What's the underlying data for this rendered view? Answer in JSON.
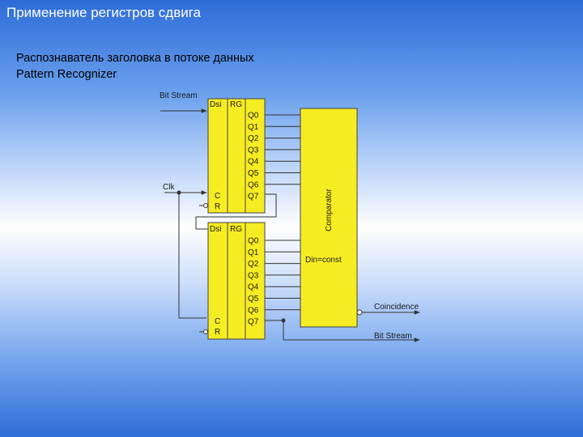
{
  "slide": {
    "title": "Применение регистров сдвига",
    "subtitle_line1": "Распознаватель заголовка в потоке данных",
    "subtitle_line2": "Pattern Recognizer"
  },
  "diagram": {
    "input_label": "Bit Stream",
    "clock_label": "Clk",
    "register_top": {
      "dsi": "Dsi",
      "rg": "RG",
      "outputs": [
        "Q0",
        "Q1",
        "Q2",
        "Q3",
        "Q4",
        "Q5",
        "Q6",
        "Q7"
      ],
      "c": "C",
      "r": "R"
    },
    "register_bottom": {
      "dsi": "Dsi",
      "rg": "RG",
      "outputs": [
        "Q0",
        "Q1",
        "Q2",
        "Q3",
        "Q4",
        "Q5",
        "Q6",
        "Q7"
      ],
      "c": "C",
      "r": "R"
    },
    "comparator_label": "Comparator",
    "comparator_const_label": "Din=const",
    "coincidence_label": "Coincidence",
    "output_label": "Bit Stream",
    "colors": {
      "block_fill": "#f6ec22",
      "wire": "#333333"
    }
  }
}
